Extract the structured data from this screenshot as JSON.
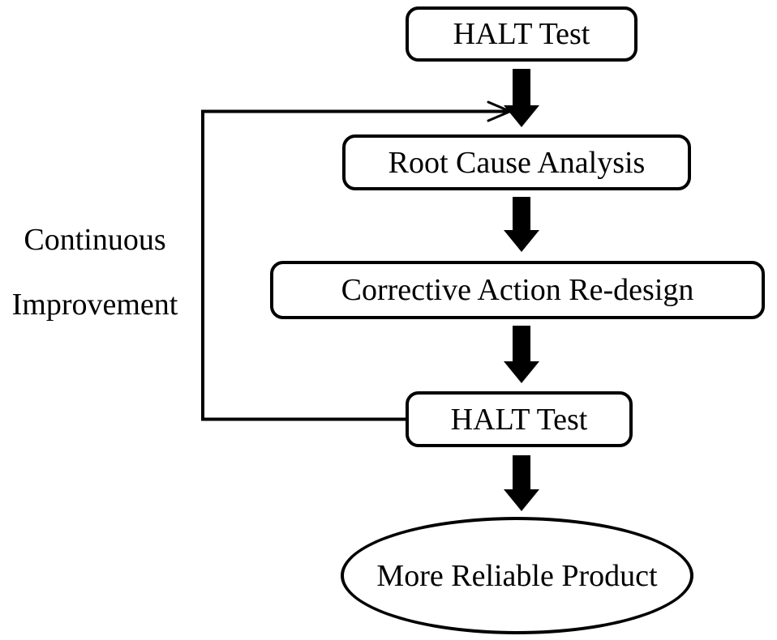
{
  "diagram": {
    "background_color": "#ffffff",
    "stroke_color": "#000000",
    "text_color": "#000000",
    "nodes": [
      {
        "id": "halt-test-1",
        "label": "HALT Test",
        "shape": "rounded-rectangle"
      },
      {
        "id": "root-cause-analysis",
        "label": "Root Cause Analysis",
        "shape": "rounded-rectangle"
      },
      {
        "id": "corrective-action-redesign",
        "label": "Corrective Action Re-design",
        "shape": "rounded-rectangle"
      },
      {
        "id": "halt-test-2",
        "label": "HALT Test",
        "shape": "rounded-rectangle"
      },
      {
        "id": "more-reliable-product",
        "label": "More Reliable Product",
        "shape": "ellipse"
      }
    ],
    "edges": [
      {
        "from": "halt-test-1",
        "to": "root-cause-analysis",
        "style": "thick-filled-arrow"
      },
      {
        "from": "root-cause-analysis",
        "to": "corrective-action-redesign",
        "style": "thick-filled-arrow"
      },
      {
        "from": "corrective-action-redesign",
        "to": "halt-test-2",
        "style": "thick-filled-arrow"
      },
      {
        "from": "halt-test-2",
        "to": "more-reliable-product",
        "style": "thick-filled-arrow"
      },
      {
        "from": "halt-test-2",
        "to": "root-cause-analysis",
        "style": "thin-feedback-loop",
        "label": "Continuous Improvement"
      }
    ],
    "feedback_label": {
      "line1": "Continuous",
      "line2": "Improvement"
    }
  }
}
